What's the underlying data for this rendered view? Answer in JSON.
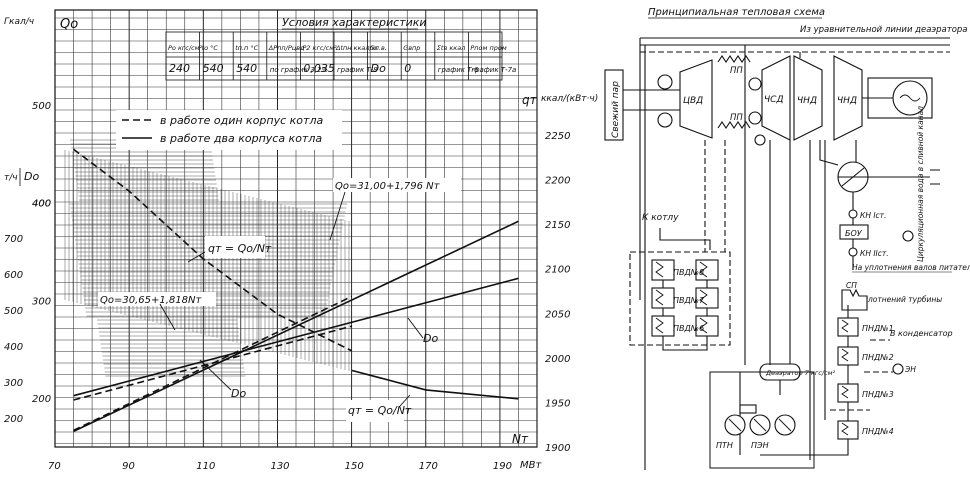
{
  "chart": {
    "y_left_unit_top": "Гкал/ч",
    "q_label": "Qо",
    "d_label": "Dо",
    "d_unit": "т/ч",
    "x_label": "Nт",
    "x_unit": "МВт",
    "right_axis_label": "qт",
    "right_axis_unit": "ккал/(кВт·ч)",
    "table_title": "Условия характеристики",
    "table_headers": [
      "Pо кгс/см²",
      "tо °С",
      "tп.п °С",
      "ΔPпп/Pцвд",
      "P2 кгс/см²",
      "Δtпн ккал/кг",
      "Gп.в.",
      "Gвпр",
      "Σtв ккал",
      "Pпом пром"
    ],
    "table_values": [
      "240",
      "540",
      "540",
      "по график 3,2%",
      "0,035",
      "график Т-8",
      "Dо",
      "0",
      "график Т-6",
      "график Т-7а"
    ],
    "legend": [
      {
        "style": "dashed",
        "label": "в работе один корпус котла"
      },
      {
        "style": "solid",
        "label": "в работе два корпуса котла"
      }
    ],
    "annotations": {
      "eq_upper": "Qо=31,00+1,796 Nт",
      "eq_lower": "Qо=30,65+1,818Nт",
      "q_formula_top": "qт = Qо/Nт",
      "q_formula_bottom": "qт = Qо/Nт",
      "d0_a": "Dо",
      "d0_b": "Dо"
    }
  },
  "chart_data": {
    "type": "line",
    "xlabel": "Nт, МВт",
    "ylabel_left_q": "Qо, Гкал/ч",
    "ylabel_left_d": "Dо, т/ч",
    "ylabel_right": "qт, ккал/(кВт·ч)",
    "x_ticks": [
      70,
      90,
      110,
      130,
      150,
      170,
      190
    ],
    "q_ticks": [
      200,
      300,
      400,
      500,
      600,
      700
    ],
    "d_ticks": [
      200,
      300,
      400,
      500,
      600,
      700
    ],
    "q_axis_ticks": [
      400,
      500
    ],
    "right_ticks": [
      1900,
      1950,
      2000,
      2050,
      2100,
      2150,
      2200,
      2250
    ],
    "xlim": [
      70,
      200
    ],
    "series": [
      {
        "name": "Qо — два корпуса",
        "style": "solid",
        "x": [
          75,
          195
        ],
        "y": [
          166,
          381
        ]
      },
      {
        "name": "Qо — один корпус",
        "style": "dashed",
        "x": [
          75,
          150
        ],
        "y": [
          167,
          304
        ]
      },
      {
        "name": "qт — один корпус",
        "style": "dashed",
        "x": [
          75,
          90,
          110,
          130,
          150
        ],
        "y": [
          2234,
          2187,
          2111,
          2049,
          2008
        ]
      },
      {
        "name": "qт — два корпуса",
        "style": "solid",
        "x": [
          150,
          170,
          195
        ],
        "y": [
          1986,
          1964,
          1954
        ]
      },
      {
        "name": "Dо — два корпуса",
        "style": "solid",
        "x": [
          75,
          195
        ],
        "y": [
          262,
          588
        ]
      },
      {
        "name": "Dо — один корпус",
        "style": "dashed",
        "x": [
          75,
          150
        ],
        "y": [
          250,
          455
        ]
      }
    ]
  },
  "scheme": {
    "title": "Принципиальная тепловая схема",
    "from_deaerator": "Из уравнительной линии деаэратора",
    "fresh_steam": "Свежий пар",
    "labels": {
      "pp1": "ПП",
      "pp2": "ПП",
      "cvd": "ЦВД",
      "csd": "ЧСД",
      "chnd1": "ЧНД",
      "chnd2": "ЧНД",
      "to_boiler": "К котлу",
      "pvd8": "ПВД№8",
      "pvd7": "ПВД№7",
      "pvd6": "ПВД№6",
      "kn1": "КН Iст.",
      "kn2": "КН IIст.",
      "bou": "БОУ",
      "circ_water": "Циркуляционная вода в сливной канал",
      "seals_pumps": "На уплотнения валов питательных насосов",
      "sp": "СП",
      "from_seals": "От уплотнений турбины",
      "pnd1": "ПНД№1",
      "to_condenser": "В конденсатор",
      "pnd2": "ПНД№2",
      "en": "ЭН",
      "pnd3": "ПНД№3",
      "pnd4": "ПНД№4",
      "deaerator": "Деаэратор 7 кгс/см²",
      "ptn": "ПТН",
      "pen": "ПЭН"
    }
  }
}
